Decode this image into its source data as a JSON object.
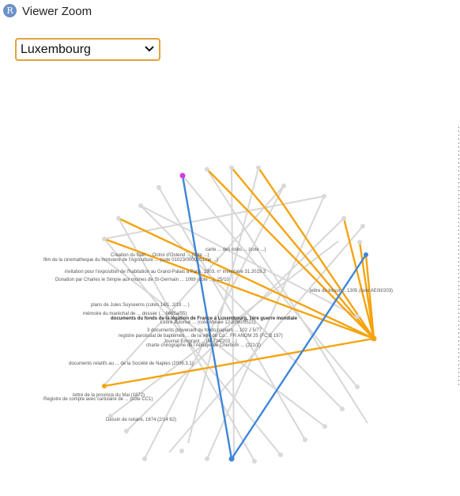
{
  "app": {
    "title": "Viewer Zoom",
    "logo_letter": "R"
  },
  "select": {
    "value": "Luxembourg"
  },
  "colors": {
    "orange": "#f5a30f",
    "blue": "#3f86d8",
    "grey_edge": "#d7d7d7",
    "magenta_node": "#d23be0"
  },
  "icons": {
    "logo": "r-logo-icon",
    "dropdown": "chevron-down-icon"
  },
  "graph": {
    "labels": [
      "carte ... des roles ... (cote ...)",
      "Creation du train ... Octroi d'Ostend ... (cote ...)",
      "film de la cinematheque du ministere de l'Agriculture ... (cote 01023/0000001/ne ...)",
      "invitation pour l'exposition de l'habitation au Grand-Palais a Paris, 1903, n° inventaire 31.2019.3",
      "Donation par Charles le Simple aux moines de St-Germain ... 1069 (cote ...), 25/10",
      "lettre du trésor ... 1305 (cote AE/III/203)",
      "plans de Jules Suyseems (cotes 14/1, 2/19 ... )",
      "mémoire du maréchal de ... dossier (... 6665a/55)",
      "documents du fonds de la légation de France à Luxembourg, 1ère guerre mondiale",
      "Lettre autorisé ... (cote Musee 12-8260/5521)",
      "3 documents provenant du fonds papiers ... 102 J 5/77",
      "registre paroissial de baptêmes ... de la ville de Co... FR ANOM 25 (FC B 197)",
      "Journal Emigrant ... (M 734/203 ...)",
      "charte chirographe de l'Abbaye de Cherbom ... (221/1)",
      "documents relatifs au ... de la Société de Naples (2006.3.1)",
      "lettre de la province du Mai (1872)",
      "Registre de compte avec cartulaire de ... (cote CC1)",
      "Dessin de notaire, 1674 (2/14 62)"
    ]
  }
}
